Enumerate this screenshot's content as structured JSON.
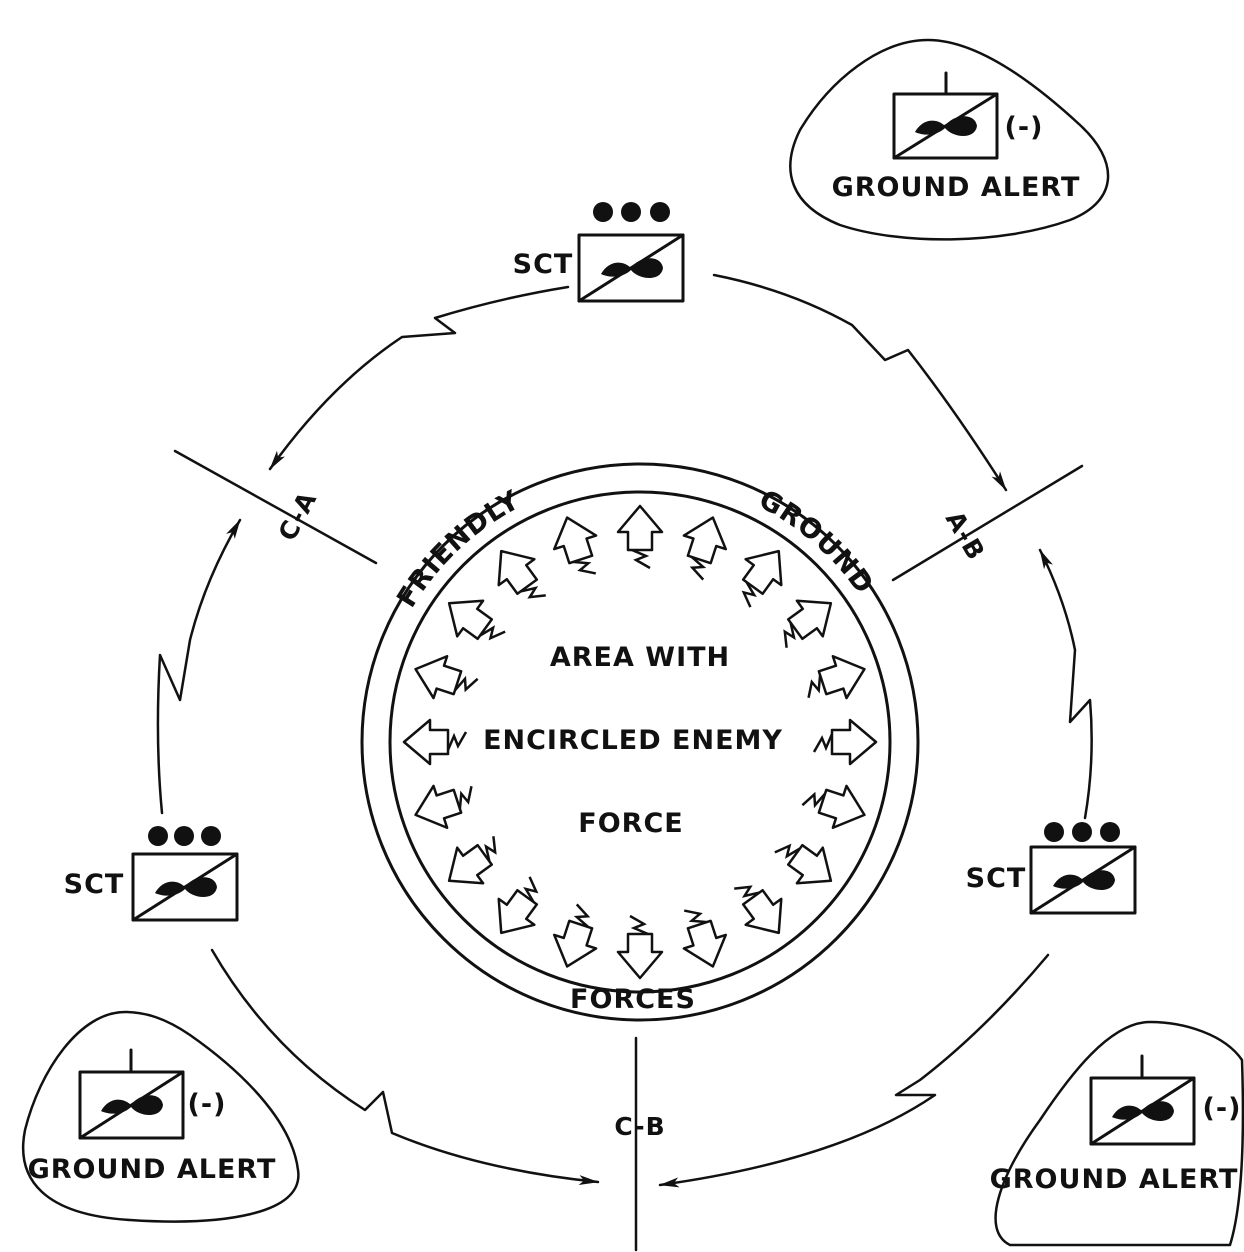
{
  "center": {
    "line1": "AREA WITH",
    "line2": "ENCIRCLED ENEMY",
    "line3": "FORCE"
  },
  "ring_words": {
    "friendly": "FRIENDLY",
    "ground": "GROUND",
    "forces": "FORCES"
  },
  "boundaries": {
    "ca": "C-A",
    "ab": "A-B",
    "cb": "C-B"
  },
  "units": {
    "scout_label": "SCT",
    "reduced_label": "(-)",
    "ground_alert_label": "GROUND ALERT"
  }
}
